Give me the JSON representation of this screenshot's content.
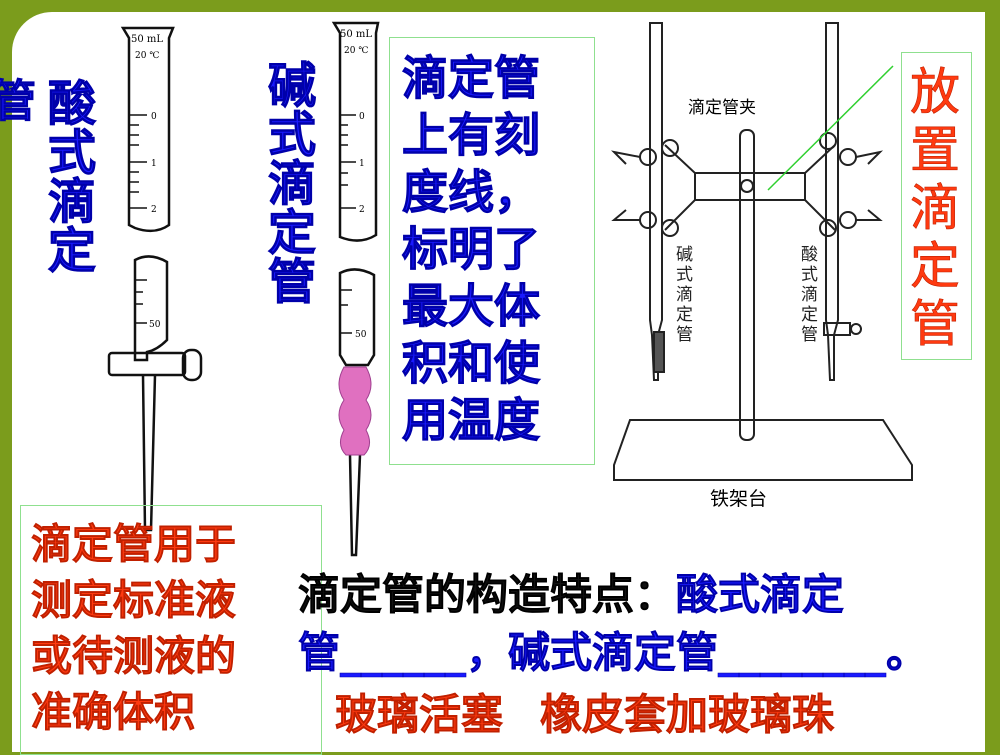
{
  "labels": {
    "guan_partial": "管",
    "acid_burette_vertical": "酸式滴定",
    "base_burette_vertical": "碱式滴定管",
    "scale_note": [
      "滴定管",
      "上有刻",
      "度线，",
      "标明了",
      "最大体",
      "积和使",
      "用温度"
    ],
    "placement": "放置滴定管",
    "purpose": [
      "滴定管用于",
      "测定标准液",
      "或待测液的",
      "准确体积"
    ]
  },
  "burette_markings": {
    "capacity": "50 mL",
    "temperature": "20 ℃",
    "ticks": [
      "0",
      "1",
      "2"
    ],
    "lower_tick": "50"
  },
  "stand_diagram": {
    "clamp": "滴定管夹",
    "base_burette": "碱式滴定管",
    "acid_burette": "酸式滴定管",
    "stand": "铁架台"
  },
  "question": {
    "lead": "滴定管的构造特点：",
    "acid_part": "酸式滴定",
    "line2_start": "管",
    "blank1": "______",
    "comma": "，",
    "base_part": "碱式滴定管",
    "blank2": "________",
    "end": "。",
    "answer1": "玻璃活塞",
    "answer2": "橡皮套加玻璃珠"
  },
  "colors": {
    "frame": "#7b9c1c",
    "blue_text": "#1a1aff",
    "red_text": "#ff3a10",
    "box_border": "#8fe08f",
    "pink_tube": "#e070c0"
  }
}
